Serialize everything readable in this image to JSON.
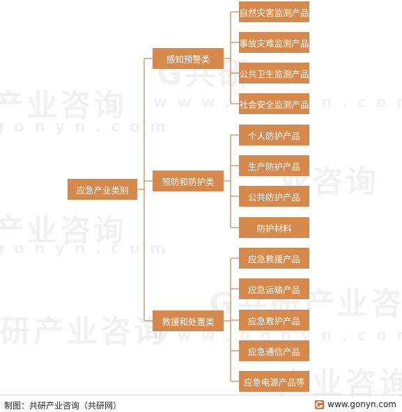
{
  "root": {
    "label": "应急产业类别"
  },
  "categories": [
    {
      "label": "感知预警类",
      "items": [
        "自然灾害监测产品",
        "事故灾难监测产品",
        "公共卫生监测产品",
        "社会安全监测产品"
      ]
    },
    {
      "label": "预防和防护类",
      "items": [
        "个人防护产品",
        "生产防护产品",
        "公共防护产品",
        "防护材料"
      ]
    },
    {
      "label": "救援和处置类",
      "items": [
        "应急救援产品",
        "应急运输产品",
        "应急救护产品",
        "应急通信产品",
        "应急电源产品等"
      ]
    }
  ],
  "footer": {
    "credit": "制图：共研产业咨询（共研网）",
    "site": "www.gonyn.com"
  },
  "colors": {
    "node": "#d6894c",
    "line": "#c8844a"
  }
}
